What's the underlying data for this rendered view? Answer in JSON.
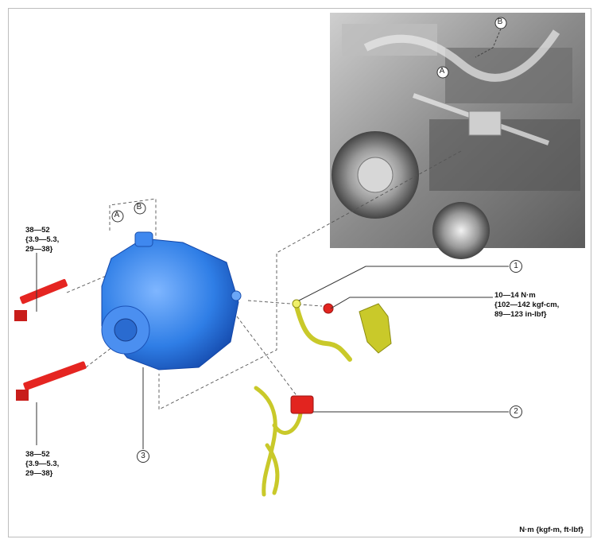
{
  "callouts": {
    "c1": "1",
    "c2": "2",
    "c3": "3",
    "a_upper": "A",
    "b_upper": "B",
    "a_lower": "A",
    "b_lower": "B"
  },
  "torque": {
    "bolt_upper": "38—52\n{3.9—5.3,\n29—38}",
    "bolt_lower": "38—52\n{3.9—5.3,\n29—38}",
    "nut": "10—14 N·m\n{102—142 kgf-cm,\n89—123 in-lbf}"
  },
  "units_label": "N·m {kgf-m, ft-lbf}",
  "colors": {
    "alternator": "#2f7ee6",
    "bolt": "#e52521",
    "harness": "#c9c92a",
    "connector": "#e2241f",
    "engine_bg": "#d9d9d9"
  }
}
